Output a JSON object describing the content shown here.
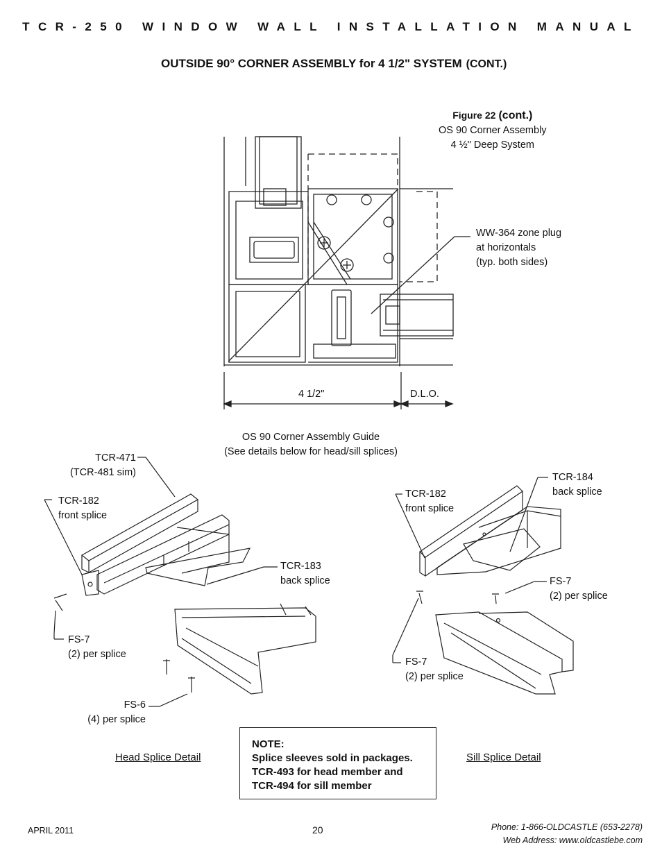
{
  "header": {
    "manual_title": "TCR-250 WINDOW WALL INSTALLATION MANUAL"
  },
  "title": {
    "main": "OUTSIDE 90° CORNER ASSEMBLY for 4 1/2\" SYSTEM",
    "cont": "(CONT.)"
  },
  "figure22": {
    "label": "Figure 22",
    "cont": "(cont.)",
    "line1": "OS 90 Corner Assembly",
    "line2": "4 ½\" Deep System",
    "callout_line1": "WW-364 zone plug",
    "callout_line2": "at horizontals",
    "callout_line3": "(typ. both sides)",
    "dim_depth": "4 1/2\"",
    "dim_dlo": "D.L.O."
  },
  "guide": {
    "line1": "OS 90 Corner Assembly Guide",
    "line2": "(See details below for head/sill splices)"
  },
  "head_splice": {
    "tcr471_line1": "TCR-471",
    "tcr471_line2": "(TCR-481 sim)",
    "tcr182_line1": "TCR-182",
    "tcr182_line2": "front splice",
    "tcr183_line1": "TCR-183",
    "tcr183_line2": "back splice",
    "fs7_line1": "FS-7",
    "fs7_line2": "(2) per splice",
    "fs6_line1": "FS-6",
    "fs6_line2": "(4) per splice",
    "caption": "Head Splice Detail"
  },
  "sill_splice": {
    "tcr182_line1": "TCR-182",
    "tcr182_line2": "front splice",
    "tcr184_line1": "TCR-184",
    "tcr184_line2": "back splice",
    "fs7a_line1": "FS-7",
    "fs7a_line2": "(2) per splice",
    "fs7b_line1": "FS-7",
    "fs7b_line2": "(2) per splice",
    "caption": "Sill Splice Detail"
  },
  "note": {
    "heading": "NOTE:",
    "line1": "Splice sleeves sold in packages.",
    "line2": "TCR-493 for head member and",
    "line3": "TCR-494 for sill member"
  },
  "footer": {
    "date": "APRIL 2011",
    "page": "20",
    "phone": "Phone: 1-866-OLDCASTLE (653-2278)",
    "web": "Web Address: www.oldcastlebe.com"
  }
}
